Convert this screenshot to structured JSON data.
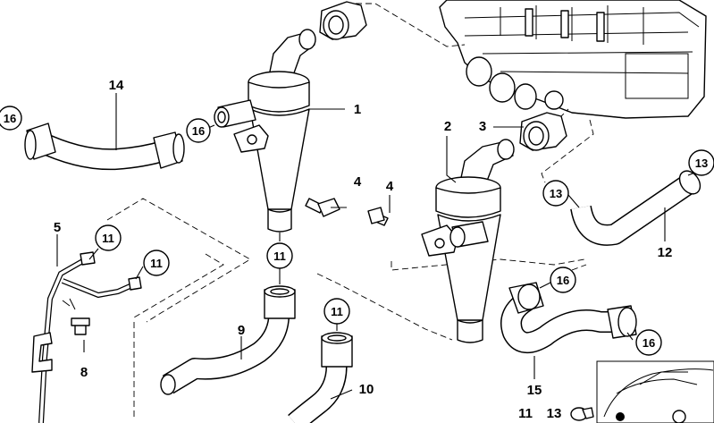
{
  "labels": {
    "p1": "1",
    "p2": "2",
    "p3": "3",
    "p4a": "4",
    "p4b": "4",
    "p5": "5",
    "p8": "8",
    "p9": "9",
    "p10": "10",
    "p12": "12",
    "p14": "14",
    "p15": "15",
    "p11_bottom": "11",
    "p13_bottom": "13"
  },
  "callouts": {
    "c16_left": "16",
    "c16_mid": "16",
    "c11_a": "11",
    "c11_b": "11",
    "c11_c": "11",
    "c11_d": "11",
    "c13_right": "13",
    "c13_mid": "13",
    "c16_right_top": "16",
    "c16_right_bot": "16"
  }
}
